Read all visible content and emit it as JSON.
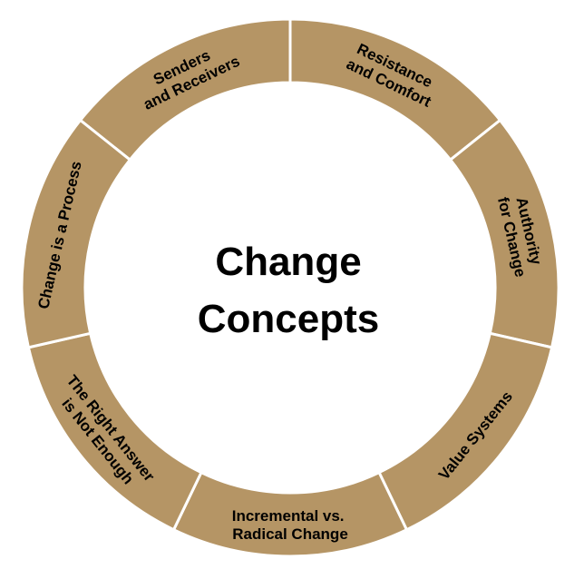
{
  "colors": {
    "segment_fill": "#b59565",
    "segment_divider": "#ffffff",
    "background": "#ffffff",
    "text": "#000000"
  },
  "center": {
    "title_line1": "Change",
    "title_line2": "Concepts"
  },
  "segments": [
    {
      "line1": "Senders",
      "line2": "and Receivers"
    },
    {
      "line1": "Resistance",
      "line2": "and Comfort"
    },
    {
      "line1": "Authority",
      "line2": "for Change"
    },
    {
      "line1": "Value Systems",
      "line2": ""
    },
    {
      "line1": "Incremental vs.",
      "line2": "Radical Change"
    },
    {
      "line1": "The Right Answer",
      "line2": "is Not Enough"
    },
    {
      "line1": "Change is a Process",
      "line2": ""
    }
  ]
}
